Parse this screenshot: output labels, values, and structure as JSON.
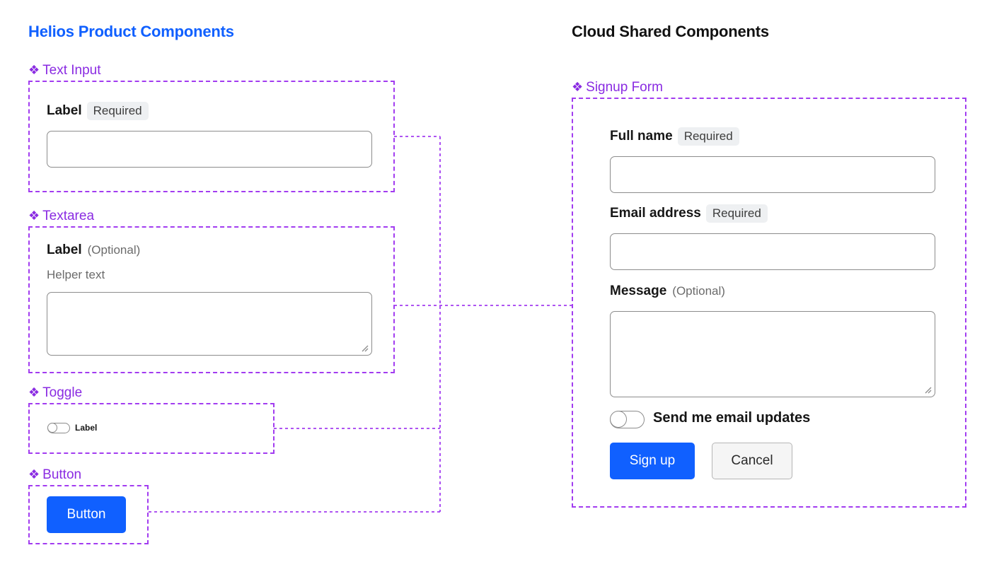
{
  "left_heading": "Helios Product Components",
  "right_heading": "Cloud Shared Components",
  "colors": {
    "accent_blue": "#1060ff",
    "component_purple": "#a23cf0",
    "component_title": "#8a2be2"
  },
  "component_glyph": "❖",
  "text_input": {
    "title": "Text Input",
    "label": "Label",
    "badge": "Required"
  },
  "textarea": {
    "title": "Textarea",
    "label": "Label",
    "optional": "(Optional)",
    "helper": "Helper text"
  },
  "toggle": {
    "title": "Toggle",
    "label": "Label"
  },
  "button": {
    "title": "Button",
    "label": "Button"
  },
  "signup_form": {
    "title": "Signup Form",
    "full_name": {
      "label": "Full name",
      "badge": "Required"
    },
    "email": {
      "label": "Email address",
      "badge": "Required"
    },
    "message": {
      "label": "Message",
      "optional": "(Optional)"
    },
    "toggle_label": "Send me email updates",
    "primary_button": "Sign up",
    "secondary_button": "Cancel"
  }
}
